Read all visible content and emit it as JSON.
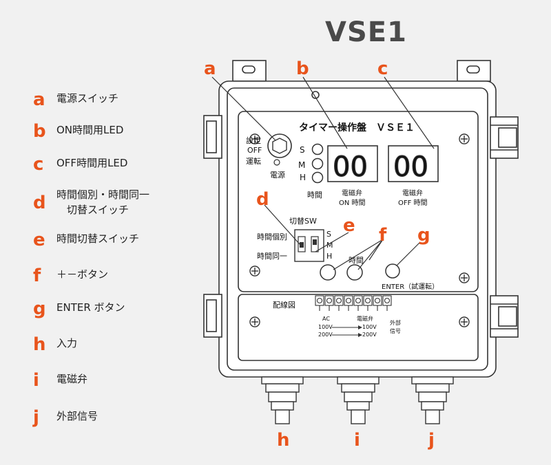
{
  "title": "VSE1",
  "legend": [
    {
      "letter": "a",
      "text": "電源スイッチ"
    },
    {
      "letter": "b",
      "text": "ON時間用LED"
    },
    {
      "letter": "c",
      "text": "OFF時間用LED"
    },
    {
      "letter": "d",
      "text": "時間個別・時間同一\n　切替スイッチ"
    },
    {
      "letter": "e",
      "text": "時間切替スイッチ"
    },
    {
      "letter": "f",
      "text": "＋－ボタン"
    },
    {
      "letter": "g",
      "text": "ENTER ボタン"
    },
    {
      "letter": "h",
      "text": "入力"
    },
    {
      "letter": "i",
      "text": "電磁弁"
    },
    {
      "letter": "j",
      "text": "外部信号"
    }
  ],
  "panel": {
    "heading": "タイマー操作盤　ＶＳＥ１",
    "setting_label": [
      "設定",
      "OFF",
      "運転"
    ],
    "power_label": "電源",
    "smh": [
      "S",
      "M",
      "H"
    ],
    "time_label": "時間",
    "display_digits": "00",
    "on_display_label": [
      "電磁弁",
      "ON 時間"
    ],
    "off_display_label": [
      "電磁弁",
      "OFF 時間"
    ],
    "switch_title": "切替SW",
    "individual_label": "時間個別",
    "same_label": "時間同一",
    "button_time_label": "時間",
    "enter_label": "ENTER（試運転）",
    "wiring_label": "配線図",
    "ac_label": [
      "AC",
      "100V",
      "200V"
    ],
    "solenoid_label": [
      "電磁弁",
      "100V",
      "200V"
    ],
    "external_label": [
      "外部",
      "信号"
    ]
  },
  "callouts": [
    "a",
    "b",
    "c",
    "d",
    "e",
    "f",
    "g",
    "h",
    "i",
    "j"
  ],
  "colors": {
    "accent": "#e8541c",
    "line": "#333333",
    "background": "#f1f1f1"
  }
}
